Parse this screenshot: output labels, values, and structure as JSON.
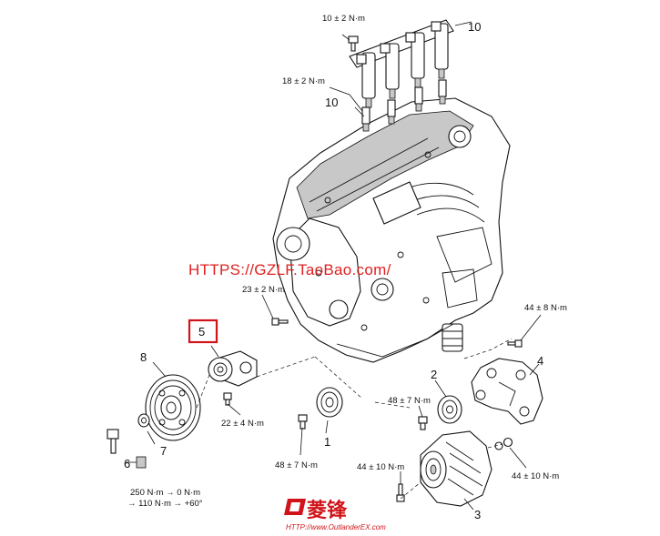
{
  "watermark": {
    "text": "HTTPS://GZLF.TaoBao.com/",
    "color": "#e02020"
  },
  "logo": {
    "text": "菱锋",
    "url_text": "HTTP://www.OutlanderEX.com",
    "color": "#d0141a"
  },
  "highlight": {
    "label": "5",
    "border_color": "#d0141a"
  },
  "callouts": [
    {
      "id": "1",
      "label": "1"
    },
    {
      "id": "2",
      "label": "2"
    },
    {
      "id": "3",
      "label": "3"
    },
    {
      "id": "4",
      "label": "4"
    },
    {
      "id": "6",
      "label": "6"
    },
    {
      "id": "7",
      "label": "7"
    },
    {
      "id": "8",
      "label": "8"
    },
    {
      "id": "9",
      "label": "9"
    },
    {
      "id": "10",
      "label": "10"
    }
  ],
  "torques": {
    "coil_bolt": "10 ± 2 N·m",
    "spark_plug": "18 ± 2 N·m",
    "upper_bolt": "23 ± 2 N·m",
    "right_bolt": "44 ± 8 N·m",
    "tensioner_bolt": "22 ± 4 N·m",
    "idler_bolt": "48 ± 7 N·m",
    "pulley_bolt": "48 ± 7 N·m",
    "alt_bolt_left": "44 ± 10 N·m",
    "alt_bolt_right": "44 ± 10 N·m",
    "crank_line1": "250 N·m → 0 N·m",
    "crank_line2": "→ 110 N·m → +60°"
  }
}
